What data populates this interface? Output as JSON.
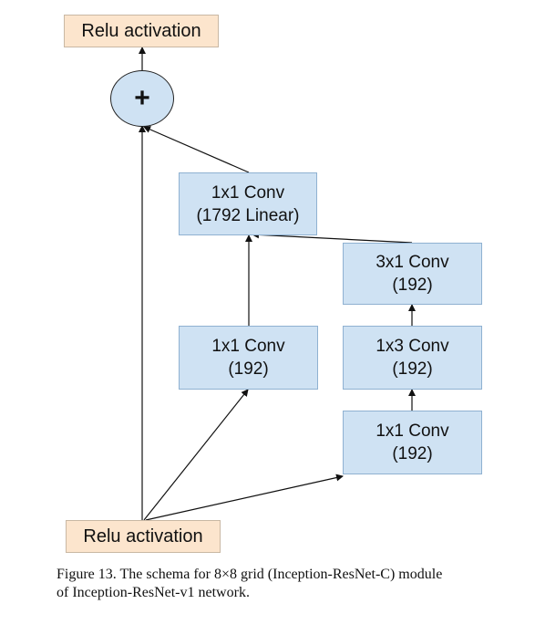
{
  "nodes": {
    "relu_top": "Relu activation",
    "add": "+",
    "conv_1792": [
      "1x1 Conv",
      "(1792 Linear)"
    ],
    "conv_3x1": [
      "3x1 Conv",
      "(192)"
    ],
    "conv_1x1_left": [
      "1x1 Conv",
      "(192)"
    ],
    "conv_1x3": [
      "1x3 Conv",
      "(192)"
    ],
    "conv_1x1_right": [
      "1x1 Conv",
      "(192)"
    ],
    "relu_bottom": "Relu activation"
  },
  "caption": [
    "Figure 13. The schema for 8×8 grid (Inception-ResNet-C) module",
    "of Inception-ResNet-v1 network."
  ]
}
